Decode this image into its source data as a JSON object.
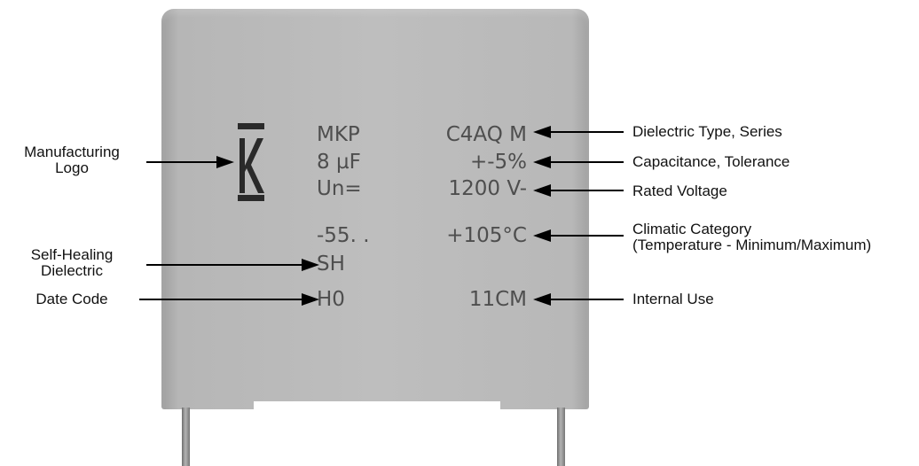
{
  "capacitor": {
    "line1_left": "MKP",
    "line1_right": "C4AQ M",
    "line2_left": "8 µF",
    "line2_right": "+-5%",
    "line3_left": "Un=",
    "line3_right": "1200 V-",
    "line4_left": "-55. .",
    "line4_right": "+105°C",
    "line5_left": "SH",
    "line6_left": "H0",
    "line6_right": "11CM",
    "logo_letter": "K"
  },
  "callouts": {
    "manufacturing_logo": [
      "Manufacturing",
      "Logo"
    ],
    "self_healing": [
      "Self-Healing",
      "Dielectric"
    ],
    "date_code": "Date Code",
    "dielectric_type": "Dielectric Type, Series",
    "capacitance": "Capacitance, Tolerance",
    "rated_voltage": "Rated Voltage",
    "climatic": [
      "Climatic Category",
      "(Temperature - Minimum/Maximum)"
    ],
    "internal_use": "Internal Use"
  },
  "colors": {
    "body": "#bebebe",
    "marking_text": "#4e4e4e",
    "logo": "#2a2a2a",
    "arrows": "#000000",
    "label_text": "#111111"
  }
}
